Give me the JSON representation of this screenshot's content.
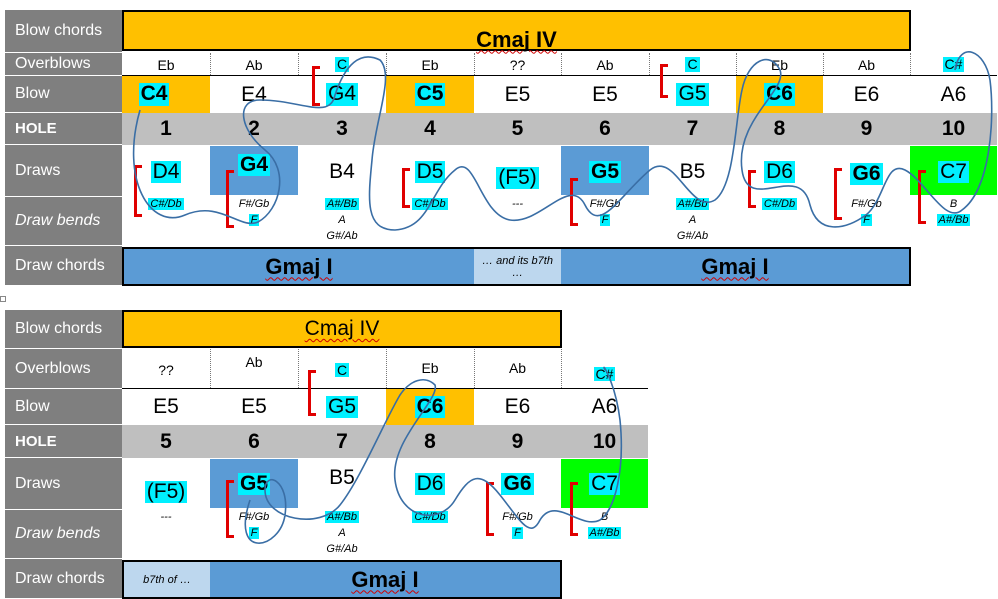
{
  "labels": {
    "blow_chords": "Blow chords",
    "overblows": "Overblows",
    "blow": "Blow",
    "hole": "HOLE",
    "draws": "Draws",
    "draw_bends": "Draw bends",
    "draw_chords": "Draw chords"
  },
  "top": {
    "blow_chord": "Cmaj IV",
    "draw_chord_left": "Gmaj I",
    "draw_chord_right": "Gmaj I",
    "draw_chord_mid": "… and its b7th …",
    "overblows": [
      "Eb",
      "Ab",
      "C",
      "Eb",
      "??",
      "Ab",
      "C",
      "Eb",
      "Ab",
      "C#"
    ],
    "blow": [
      "C4",
      "E4",
      "G4",
      "C5",
      "E5",
      "E5",
      "G5",
      "C6",
      "E6",
      "A6"
    ],
    "holes": [
      "1",
      "2",
      "3",
      "4",
      "5",
      "6",
      "7",
      "8",
      "9",
      "10"
    ],
    "draws": [
      "D4",
      "G4",
      "B4",
      "D5",
      "(F5)",
      "G5",
      "B5",
      "D6",
      "G6",
      "C7"
    ],
    "bends": [
      [
        "C#/Db"
      ],
      [
        "F#/Gb",
        "F"
      ],
      [
        "A#/Bb",
        "A",
        "G#/Ab"
      ],
      [
        "C#/Db"
      ],
      [
        "---"
      ],
      [
        "F#/Gb",
        "F"
      ],
      [
        "A#/Bb",
        "A",
        "G#/Ab"
      ],
      [
        "C#/Db"
      ],
      [
        "F#/Gb",
        "F"
      ],
      [
        "B",
        "A#/Bb"
      ]
    ]
  },
  "bottom": {
    "blow_chord": "Cmaj IV",
    "draw_chord": "Gmaj I",
    "draw_chord_left": "b7th of …",
    "overblows": [
      "??",
      "Ab",
      "C",
      "Eb",
      "Ab",
      "C#"
    ],
    "blow": [
      "E5",
      "E5",
      "G5",
      "C6",
      "E6",
      "A6"
    ],
    "holes": [
      "5",
      "6",
      "7",
      "8",
      "9",
      "10"
    ],
    "draws": [
      "(F5)",
      "G5",
      "B5",
      "D6",
      "G6",
      "C7"
    ],
    "bends": [
      [
        "---"
      ],
      [
        "F#/Gb",
        "F"
      ],
      [
        "A#/Bb",
        "A",
        "G#/Ab"
      ],
      [
        "C#/Db"
      ],
      [
        "F#/Gb",
        "F"
      ],
      [
        "B",
        "A#/Bb"
      ]
    ]
  },
  "colors": {
    "label_bg": "#7f7f7f",
    "blow_chord": "#ffc000",
    "draw_chord": "#5b9bd5",
    "draw_chord_light": "#bdd7ee",
    "highlight": "#00f0ff",
    "c7_green": "#00ff00",
    "hole_row": "#bfbfbf",
    "bracket": "#e00000",
    "curve": "#3a6ea5"
  }
}
